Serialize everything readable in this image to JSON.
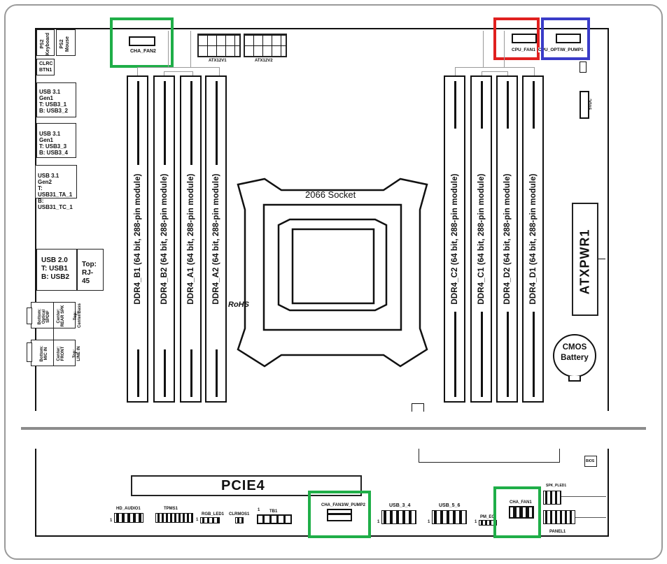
{
  "board": {
    "socket_label": "2066 Socket",
    "rohs_label": "RoHS",
    "atx_power_label": "ATXPWR1",
    "cmos_label_line1": "CMOS",
    "cmos_label_line2": "Battery",
    "pcie_label": "PCIE4",
    "bios_label": "BIOS",
    "atx12v1_label": "ATX12V1",
    "atx12v2_label": "ATX12V2",
    "vdc_label": "5VDC"
  },
  "dimms_left": [
    {
      "label": "DDR4_B1 (64 bit, 288-pin module)"
    },
    {
      "label": "DDR4_B2 (64 bit, 288-pin module)"
    },
    {
      "label": "DDR4_A1 (64 bit, 288-pin module)"
    },
    {
      "label": "DDR4_A2 (64 bit, 288-pin module)"
    }
  ],
  "dimms_right": [
    {
      "label": "DDR4_C2 (64 bit, 288-pin module)"
    },
    {
      "label": "DDR4_C1 (64 bit, 288-pin module)"
    },
    {
      "label": "DDR4_D2 (64 bit, 288-pin module)"
    },
    {
      "label": "DDR4_D1 (64 bit, 288-pin module)"
    }
  ],
  "fan_headers": {
    "cha_fan2": "CHA_FAN2",
    "cpu_fan1": "CPU_FAN1",
    "cpu_opt": "CPU_OPT/W_PUMP1",
    "cha_fan3": "CHA_FAN3/W_PUMP2",
    "cha_fan1": "CHA_FAN1"
  },
  "rear_io": {
    "ps2_keyboard": "PS2\nKeyboard",
    "ps2_mouse": "PS2\nMouse",
    "clrc": "CLRC\nBTN1",
    "usb31_1": [
      "USB 3.1 Gen1",
      "T: USB3_1",
      "B: USB3_2"
    ],
    "usb31_2": [
      "USB 3.1 Gen1",
      "T: USB3_3",
      "B: USB3_4"
    ],
    "usb31_gen2": [
      "USB 3.1 Gen2",
      "T: USB31_TA_1",
      "B: USB31_TC_1"
    ],
    "usb20": [
      "USB 2.0",
      "T: USB1",
      "B: USB2"
    ],
    "rj45": [
      "Top:",
      "RJ-45"
    ],
    "audio1_a": "Bottom:\nOptical\nSPDIF",
    "audio1_b": "Center:\nREAR SPK",
    "audio1_c": "Top:\nCenter/Bass",
    "audio2_a": "Bottom:\nMIC IN",
    "audio2_b": "Center:\nFRONT",
    "audio2_c": "Top:\nLINE IN"
  },
  "bottom_headers": {
    "hd_audio": "HD_AUDIO1",
    "tpms": "TPMS1",
    "rgb_led": "RGB_LED1",
    "clrmos": "CLRMOS1",
    "tb1": "TB1",
    "usb_3_4": "USB_3_4",
    "usb_5_6": "USB_5_6",
    "pm_ec": "PM_EC",
    "spk_pled": "SPK_PLED1",
    "panel": "PANEL1",
    "pin_one": "1"
  },
  "highlight_colors": {
    "green": "#1fae48",
    "red": "#e0201f",
    "blue": "#3a3cc8"
  }
}
